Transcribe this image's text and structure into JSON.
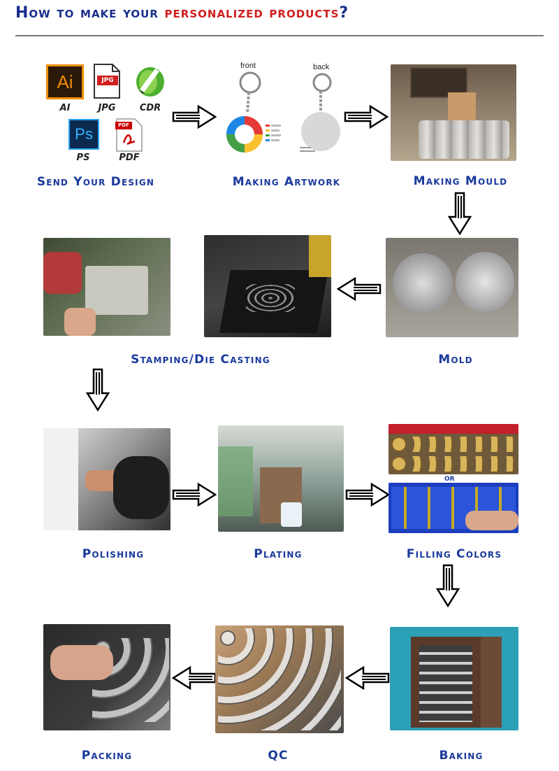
{
  "header": {
    "title_part1": "How  to make your ",
    "title_part2": "personalized products",
    "title_part3": "?"
  },
  "design_files": [
    {
      "label": "AI",
      "icon": "adobe-illustrator-icon",
      "glyph": "Ai"
    },
    {
      "label": "JPG",
      "icon": "jpg-file-icon",
      "glyph": "JPG"
    },
    {
      "label": "CDR",
      "icon": "coreldraw-icon",
      "glyph": ""
    },
    {
      "label": "PS",
      "icon": "adobe-photoshop-icon",
      "glyph": "Ps"
    },
    {
      "label": "PDF",
      "icon": "pdf-file-icon",
      "glyph": "PDF"
    }
  ],
  "artwork": {
    "front_label": "front",
    "back_label": "back"
  },
  "filling_or": "OR",
  "steps": [
    "Send Your Design",
    "Making Artwork",
    "Making Mould",
    "Mold",
    "Stamping/Die Casting",
    "Polishing",
    "Plating",
    "Filling Colors",
    "Baking",
    "QC",
    "Packing"
  ],
  "colors": {
    "title_blue": "#1b2f8c",
    "title_red": "#d01e1e",
    "label_blue": "#1a3a9c"
  }
}
